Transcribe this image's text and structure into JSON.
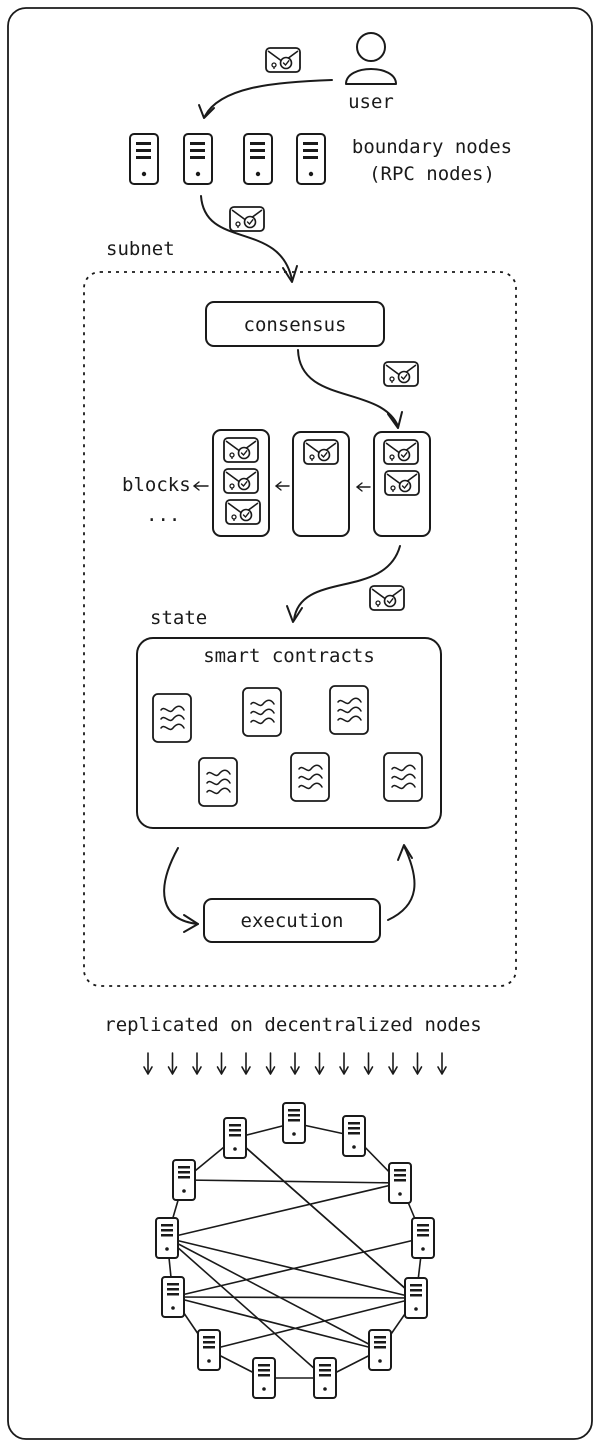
{
  "labels": {
    "user": "user",
    "boundary_nodes": [
      "boundary nodes",
      "(RPC nodes)"
    ],
    "subnet": "subnet",
    "consensus": "consensus",
    "blocks": "blocks",
    "ellipsis": "...",
    "state": "state",
    "smart_contracts": "smart contracts",
    "execution": "execution",
    "replicated": "replicated on decentralized nodes"
  },
  "boundary_node_count": 4,
  "block_messages": [
    3,
    1,
    2
  ],
  "contract_count": 6,
  "down_arrow_count": 13,
  "network_node_count": 13,
  "network_cross_links": [
    [
      1,
      11
    ],
    [
      1,
      10
    ],
    [
      2,
      4
    ],
    [
      3,
      4
    ],
    [
      3,
      8
    ],
    [
      3,
      10
    ],
    [
      4,
      9
    ],
    [
      4,
      10
    ],
    [
      5,
      9
    ],
    [
      5,
      10
    ]
  ],
  "colors": {
    "ink": "#1a1a1a",
    "background": "#ffffff",
    "frame": "#1a1a1a"
  },
  "icons": [
    "user-icon",
    "server-icon",
    "envelope-icon",
    "contract-icon",
    "arrow-icon"
  ]
}
